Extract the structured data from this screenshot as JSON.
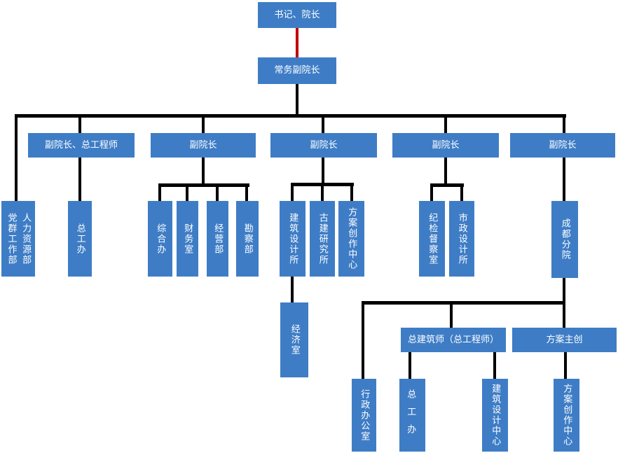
{
  "diagram_type": "org-chart",
  "colors": {
    "box_fill": "#3E7DC6",
    "box_text": "#FFFFFF",
    "line": "#000000",
    "red_line": "#C00000",
    "background": "#FFFFFF"
  },
  "nodes": {
    "secretary_dean": "书记、院长",
    "exec_vice_dean": "常务副院长",
    "vp_chief_engineer": "副院长、总工程师",
    "vp2": "副院长",
    "vp3": "副院长",
    "vp4": "副院长",
    "vp5": "副院长",
    "party_masses_dept": "党群工作部",
    "hr_dept": "人力资源部",
    "chief_eng_office": "总工办",
    "general_office": "综合办",
    "finance_office": "财务室",
    "business_dept": "经营部",
    "survey_dept": "勘察部",
    "arch_design_institute": "建筑设计所",
    "ancient_arch_institute": "古建研究所",
    "scheme_creation_center": "方案创作中心",
    "economy_office": "经济室",
    "discipline_office": "纪检督察室",
    "municipal_design_institute": "市政设计所",
    "chengdu_branch": "成都分院",
    "admin_office": "行政办公室",
    "chief_architect": "总建筑师（总工程师）",
    "scheme_lead": "方案主创",
    "branch_chief_eng_office": "总工办",
    "arch_design_center": "建筑设计中心",
    "branch_scheme_center": "方案创作中心"
  },
  "edges": [
    {
      "from": "secretary_dean",
      "to": "exec_vice_dean",
      "style": "red"
    },
    {
      "from": "exec_vice_dean",
      "to": "vp_chief_engineer"
    },
    {
      "from": "exec_vice_dean",
      "to": "vp2"
    },
    {
      "from": "exec_vice_dean",
      "to": "vp3"
    },
    {
      "from": "exec_vice_dean",
      "to": "vp4"
    },
    {
      "from": "exec_vice_dean",
      "to": "vp5"
    },
    {
      "from": "exec_vice_dean",
      "to": "party_masses_dept_hr_dept"
    },
    {
      "from": "vp_chief_engineer",
      "to": "chief_eng_office"
    },
    {
      "from": "vp2",
      "to": "general_office"
    },
    {
      "from": "vp2",
      "to": "finance_office"
    },
    {
      "from": "vp2",
      "to": "business_dept"
    },
    {
      "from": "vp2",
      "to": "survey_dept"
    },
    {
      "from": "vp3",
      "to": "arch_design_institute"
    },
    {
      "from": "vp3",
      "to": "ancient_arch_institute"
    },
    {
      "from": "vp3",
      "to": "scheme_creation_center"
    },
    {
      "from": "arch_design_institute",
      "to": "economy_office"
    },
    {
      "from": "vp4",
      "to": "discipline_office"
    },
    {
      "from": "vp4",
      "to": "municipal_design_institute"
    },
    {
      "from": "vp5",
      "to": "chengdu_branch"
    },
    {
      "from": "chengdu_branch",
      "to": "admin_office"
    },
    {
      "from": "chengdu_branch",
      "to": "chief_architect"
    },
    {
      "from": "chengdu_branch",
      "to": "scheme_lead"
    },
    {
      "from": "chief_architect",
      "to": "branch_chief_eng_office"
    },
    {
      "from": "chief_architect",
      "to": "arch_design_center"
    },
    {
      "from": "scheme_lead",
      "to": "branch_scheme_center"
    }
  ]
}
